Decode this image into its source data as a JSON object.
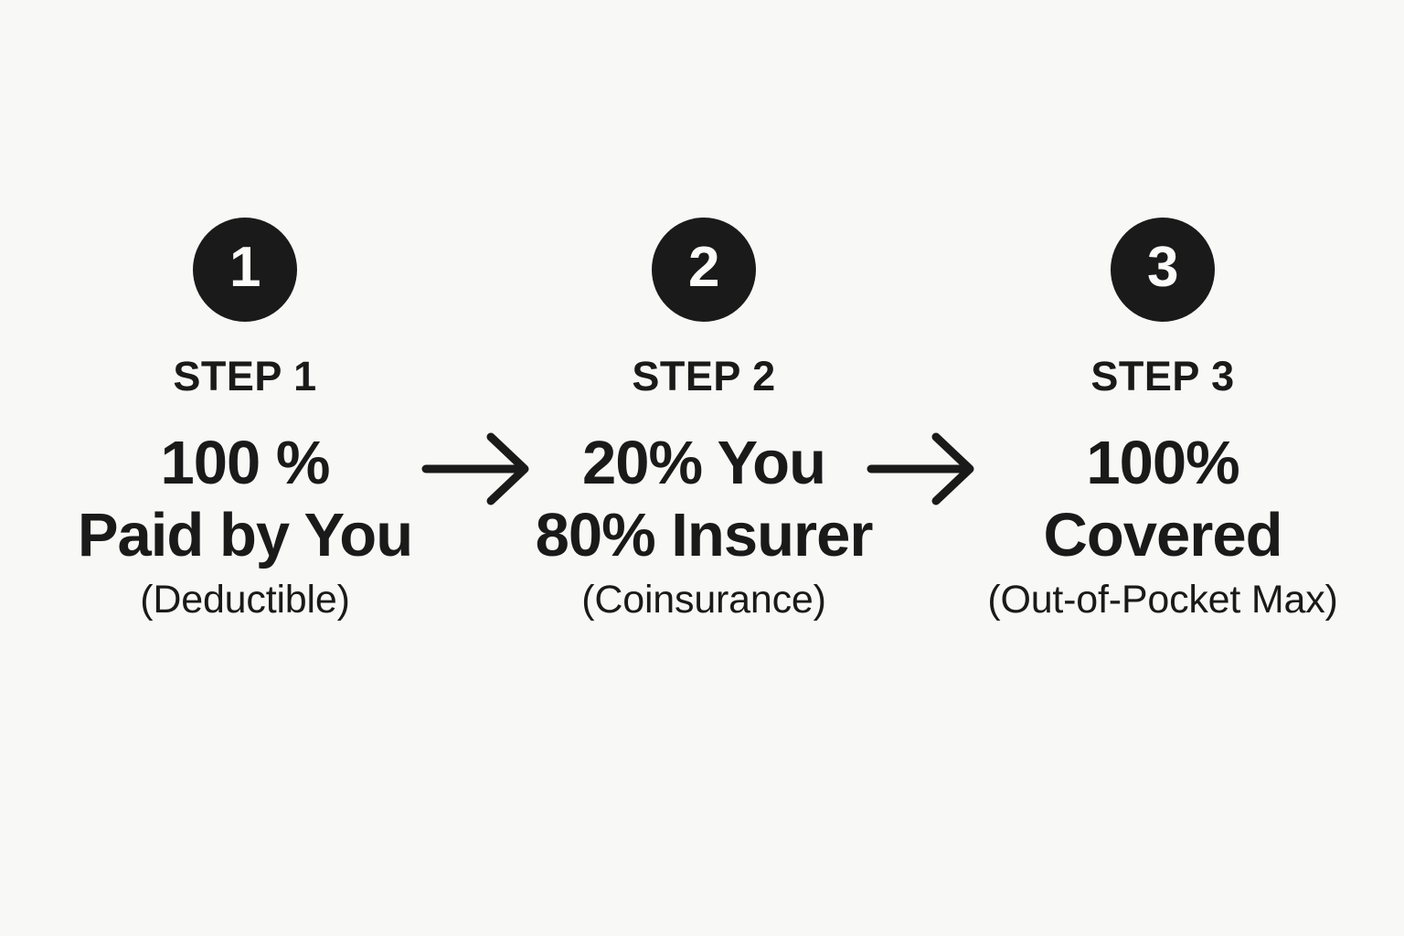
{
  "background_color": "#f8f8f7",
  "accent_color": "#1a1a1a",
  "badge_text_color": "#fbfbfa",
  "diagram": {
    "type": "process-flow",
    "orientation": "horizontal",
    "steps": [
      {
        "badge": "1",
        "label": "STEP 1",
        "main_line_1": "100 %",
        "main_line_2": "Paid by You",
        "sub": "(Deductible)"
      },
      {
        "badge": "2",
        "label": "STEP 2",
        "main_line_1": "20% You",
        "main_line_2": "80% Insurer",
        "sub": "(Coinsurance)"
      },
      {
        "badge": "3",
        "label": "STEP 3",
        "main_line_1": "100%",
        "main_line_2": "Covered",
        "sub": "(Out-of-Pocket Max)"
      }
    ],
    "connectors": [
      {
        "icon": "arrow-right-icon",
        "from": "STEP 1",
        "to": "STEP 2"
      },
      {
        "icon": "arrow-right-icon",
        "from": "STEP 2",
        "to": "STEP 3"
      }
    ]
  }
}
